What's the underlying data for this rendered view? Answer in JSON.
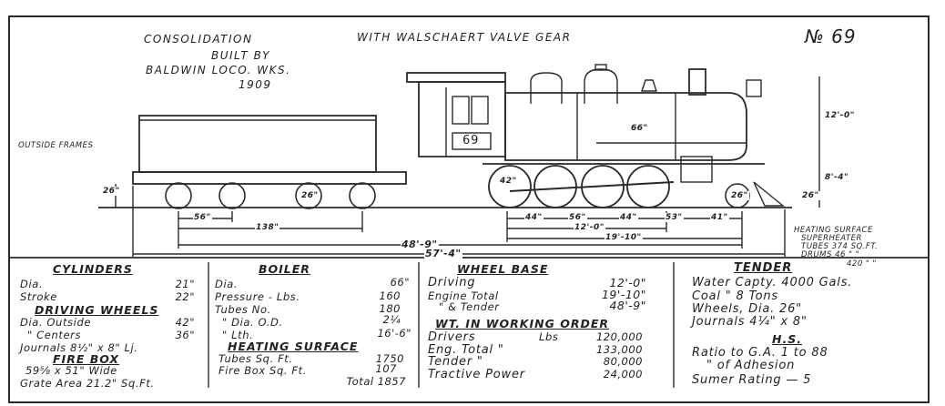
{
  "header": {
    "title_line1": "CONSOLIDATION",
    "title_line2": "BUILT BY",
    "builder": "BALDWIN LOCO. WKS.",
    "year": "1909",
    "subtitle": "WITH WALSCHAERT VALVE GEAR",
    "number": "№ 69"
  },
  "drawing": {
    "side_note": "OUTSIDE FRAMES",
    "cab_number": "69",
    "heights": {
      "top": "12'-0\"",
      "cl": "8'-4\"",
      "rail": "26\"",
      "tender_rail": "26\""
    },
    "dim_boiler": "66\"",
    "wheel_labels": {
      "driver": "42\"",
      "truck": "26\"",
      "tender": "26\""
    },
    "dims": {
      "a44": "44\"",
      "b56": "56\"",
      "c44": "44\"",
      "d53": "53\"",
      "e41": "41\"",
      "driving": "12'-0\"",
      "engine": "19'-10\"",
      "t56": "56\"",
      "t138": "138\"",
      "total_wb": "48'-9\"",
      "overall": "57'-4\""
    },
    "heating_note": {
      "line1": "HEATING SURFACE",
      "line2": "SUPERHEATER",
      "line3": "TUBES 374 SQ.FT.",
      "line4": "DRUMS 46 \" \"",
      "line5": "420 \" \""
    }
  },
  "specs": {
    "cylinders": {
      "heading": "CYLINDERS",
      "rows": [
        {
          "label": "Dia.",
          "value": "21\""
        },
        {
          "label": "Stroke",
          "value": "22\""
        }
      ]
    },
    "driving_wheels": {
      "heading": "DRIVING WHEELS",
      "rows": [
        {
          "label": "Dia. Outside",
          "value": "42\""
        },
        {
          "label": "\" Centers",
          "value": "36\""
        }
      ],
      "journals": "Journals 8½\" x 8\" Lj."
    },
    "fire_box": {
      "heading": "FIRE BOX",
      "size": "59⅝ x 51\" Wide",
      "grate": "Grate Area 21.2\" Sq.Ft."
    },
    "boiler": {
      "heading": "BOILER",
      "rows": [
        {
          "label": "Dia.",
          "value": "66\""
        },
        {
          "label": "Pressure - Lbs.",
          "value": "160"
        },
        {
          "label": "Tubes No.",
          "value": "180"
        },
        {
          "label": "\" Dia. O.D.",
          "value": "2¼"
        },
        {
          "label": "\" Lth.",
          "value": "16'-6\""
        }
      ]
    },
    "heating_surface": {
      "heading": "HEATING SURFACE",
      "rows": [
        {
          "label": "Tubes Sq. Ft.",
          "value": "1750"
        },
        {
          "label": "Fire Box Sq. Ft.",
          "value": "107"
        }
      ],
      "total": "Total 1857"
    },
    "wheel_base": {
      "heading": "WHEEL BASE",
      "rows": [
        {
          "label": "Driving",
          "value": "12'-0\""
        },
        {
          "label": "Engine Total",
          "value": "19'-10\""
        },
        {
          "label": "\" & Tender",
          "value": "48'-9\""
        }
      ]
    },
    "weight": {
      "heading": "WT. IN WORKING ORDER",
      "unit": "Lbs",
      "rows": [
        {
          "label": "Drivers",
          "value": "120,000"
        },
        {
          "label": "Eng. Total \"",
          "value": "133,000"
        },
        {
          "label": "Tender \"",
          "value": "80,000"
        },
        {
          "label": "Tractive Power",
          "value": "24,000"
        }
      ]
    },
    "tender": {
      "heading": "TENDER",
      "rows": [
        "Water Capty. 4000 Gals.",
        "Coal \" 8 Tons",
        "Wheels, Dia. 26\"",
        "Journals 4¼\" x 8\""
      ]
    },
    "hs": {
      "heading": "H.S.",
      "line1": "Ratio to G.A. 1 to 88",
      "line2": "\" of Adhesion",
      "rating": "Sumer Rating — 5"
    }
  }
}
